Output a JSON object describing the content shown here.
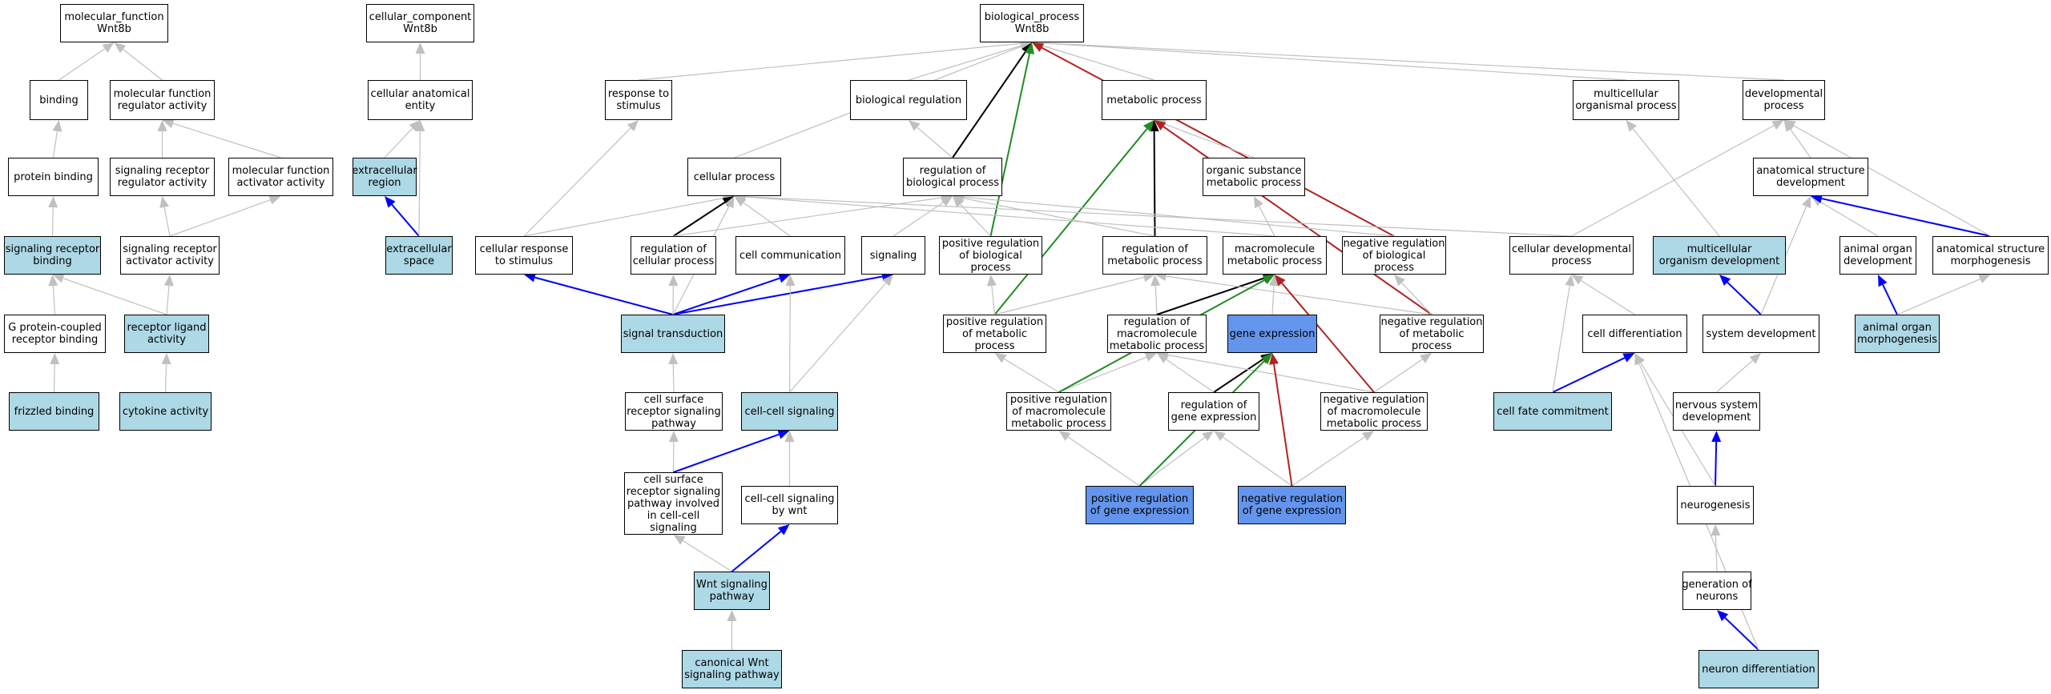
{
  "colors": {
    "gray": "#c0c0c0",
    "black": "#000000",
    "blue": "#0000ff",
    "green": "#228b22",
    "red": "#b22222",
    "light_fill": "#add8e6",
    "blue_fill": "#6495ed"
  },
  "nodes": [
    {
      "id": "mf",
      "lines": [
        "molecular_function",
        "Wnt8b"
      ],
      "fill": "white"
    },
    {
      "id": "binding",
      "lines": [
        "binding"
      ],
      "fill": "white"
    },
    {
      "id": "mfra",
      "lines": [
        "molecular function",
        "regulator activity"
      ],
      "fill": "white"
    },
    {
      "id": "pb",
      "lines": [
        "protein binding"
      ],
      "fill": "white"
    },
    {
      "id": "srra",
      "lines": [
        "signaling receptor",
        "regulator activity"
      ],
      "fill": "white"
    },
    {
      "id": "mfaa",
      "lines": [
        "molecular function",
        "activator activity"
      ],
      "fill": "white"
    },
    {
      "id": "srb",
      "lines": [
        "signaling receptor",
        "binding"
      ],
      "fill": "light"
    },
    {
      "id": "sraa",
      "lines": [
        "signaling receptor",
        "activator activity"
      ],
      "fill": "white"
    },
    {
      "id": "gpcr",
      "lines": [
        "G protein-coupled",
        "receptor binding"
      ],
      "fill": "white"
    },
    {
      "id": "rla",
      "lines": [
        "receptor ligand",
        "activity"
      ],
      "fill": "light"
    },
    {
      "id": "fb",
      "lines": [
        "frizzled binding"
      ],
      "fill": "light"
    },
    {
      "id": "ca",
      "lines": [
        "cytokine activity"
      ],
      "fill": "light"
    },
    {
      "id": "cc",
      "lines": [
        "cellular_component",
        "Wnt8b"
      ],
      "fill": "white"
    },
    {
      "id": "cae",
      "lines": [
        "cellular anatomical",
        "entity"
      ],
      "fill": "white"
    },
    {
      "id": "er",
      "lines": [
        "extracellular",
        "region"
      ],
      "fill": "light"
    },
    {
      "id": "es",
      "lines": [
        "extracellular",
        "space"
      ],
      "fill": "light"
    },
    {
      "id": "bp",
      "lines": [
        "biological_process",
        "Wnt8b"
      ],
      "fill": "white"
    },
    {
      "id": "rts",
      "lines": [
        "response to",
        "stimulus"
      ],
      "fill": "white"
    },
    {
      "id": "br",
      "lines": [
        "biological regulation"
      ],
      "fill": "white"
    },
    {
      "id": "mp",
      "lines": [
        "metabolic process"
      ],
      "fill": "white"
    },
    {
      "id": "mop",
      "lines": [
        "multicellular",
        "organismal process"
      ],
      "fill": "white"
    },
    {
      "id": "dp",
      "lines": [
        "developmental",
        "process"
      ],
      "fill": "white"
    },
    {
      "id": "cp",
      "lines": [
        "cellular process"
      ],
      "fill": "white"
    },
    {
      "id": "rbp",
      "lines": [
        "regulation of",
        "biological process"
      ],
      "fill": "white"
    },
    {
      "id": "osmp",
      "lines": [
        "organic substance",
        "metabolic process"
      ],
      "fill": "white"
    },
    {
      "id": "asd",
      "lines": [
        "anatomical structure",
        "development"
      ],
      "fill": "white"
    },
    {
      "id": "crs",
      "lines": [
        "cellular response",
        "to stimulus"
      ],
      "fill": "white"
    },
    {
      "id": "rcp",
      "lines": [
        "regulation of",
        "cellular process"
      ],
      "fill": "white"
    },
    {
      "id": "ccom",
      "lines": [
        "cell communication"
      ],
      "fill": "white"
    },
    {
      "id": "sig",
      "lines": [
        "signaling"
      ],
      "fill": "white"
    },
    {
      "id": "prbp",
      "lines": [
        "positive regulation",
        "of biological",
        "process"
      ],
      "fill": "white"
    },
    {
      "id": "rmp",
      "lines": [
        "regulation of",
        "metabolic process"
      ],
      "fill": "white"
    },
    {
      "id": "mmp",
      "lines": [
        "macromolecule",
        "metabolic process"
      ],
      "fill": "white"
    },
    {
      "id": "nrbp",
      "lines": [
        "negative regulation",
        "of biological",
        "process"
      ],
      "fill": "white"
    },
    {
      "id": "cdp",
      "lines": [
        "cellular developmental",
        "process"
      ],
      "fill": "white"
    },
    {
      "id": "mod",
      "lines": [
        "multicellular",
        "organism development"
      ],
      "fill": "light"
    },
    {
      "id": "aod",
      "lines": [
        "animal organ",
        "development"
      ],
      "fill": "white"
    },
    {
      "id": "asm",
      "lines": [
        "anatomical structure",
        "morphogenesis"
      ],
      "fill": "white"
    },
    {
      "id": "st",
      "lines": [
        "signal transduction"
      ],
      "fill": "light"
    },
    {
      "id": "prmp",
      "lines": [
        "positive regulation",
        "of metabolic",
        "process"
      ],
      "fill": "white"
    },
    {
      "id": "rmmp",
      "lines": [
        "regulation of",
        "macromolecule",
        "metabolic process"
      ],
      "fill": "white"
    },
    {
      "id": "ge",
      "lines": [
        "gene expression"
      ],
      "fill": "blue"
    },
    {
      "id": "nrmp",
      "lines": [
        "negative regulation",
        "of metabolic",
        "process"
      ],
      "fill": "white"
    },
    {
      "id": "cdiff",
      "lines": [
        "cell differentiation"
      ],
      "fill": "white"
    },
    {
      "id": "sd",
      "lines": [
        "system development"
      ],
      "fill": "white"
    },
    {
      "id": "aom",
      "lines": [
        "animal organ",
        "morphogenesis"
      ],
      "fill": "light"
    },
    {
      "id": "csrsp",
      "lines": [
        "cell surface",
        "receptor signaling",
        "pathway"
      ],
      "fill": "white"
    },
    {
      "id": "ccs",
      "lines": [
        "cell-cell signaling"
      ],
      "fill": "light"
    },
    {
      "id": "prmmp",
      "lines": [
        "positive regulation",
        "of macromolecule",
        "metabolic process"
      ],
      "fill": "white"
    },
    {
      "id": "rge",
      "lines": [
        "regulation of",
        "gene expression"
      ],
      "fill": "white"
    },
    {
      "id": "nrmmp",
      "lines": [
        "negative regulation",
        "of macromolecule",
        "metabolic process"
      ],
      "fill": "white"
    },
    {
      "id": "cfc",
      "lines": [
        "cell fate commitment"
      ],
      "fill": "light"
    },
    {
      "id": "nsd",
      "lines": [
        "nervous system",
        "development"
      ],
      "fill": "white"
    },
    {
      "id": "csrsp2",
      "lines": [
        "cell surface",
        "receptor signaling",
        "pathway involved",
        "in cell-cell",
        "signaling"
      ],
      "fill": "white"
    },
    {
      "id": "ccsw",
      "lines": [
        "cell-cell signaling",
        "by wnt"
      ],
      "fill": "white"
    },
    {
      "id": "prge",
      "lines": [
        "positive regulation",
        "of gene expression"
      ],
      "fill": "blue"
    },
    {
      "id": "nrge",
      "lines": [
        "negative regulation",
        "of gene expression"
      ],
      "fill": "blue"
    },
    {
      "id": "neurog",
      "lines": [
        "neurogenesis"
      ],
      "fill": "white"
    },
    {
      "id": "wsp",
      "lines": [
        "Wnt signaling",
        "pathway"
      ],
      "fill": "light"
    },
    {
      "id": "gon",
      "lines": [
        "generation of",
        "neurons"
      ],
      "fill": "white"
    },
    {
      "id": "cwsp",
      "lines": [
        "canonical Wnt",
        "signaling pathway"
      ],
      "fill": "light"
    },
    {
      "id": "nd",
      "lines": [
        "neuron differentiation"
      ],
      "fill": "light"
    }
  ],
  "edges": [
    [
      "binding",
      "mf",
      "gray"
    ],
    [
      "mfra",
      "mf",
      "gray"
    ],
    [
      "pb",
      "binding",
      "gray"
    ],
    [
      "srb",
      "pb",
      "gray"
    ],
    [
      "srra",
      "mfra",
      "gray"
    ],
    [
      "mfaa",
      "mfra",
      "gray"
    ],
    [
      "sraa",
      "srra",
      "gray"
    ],
    [
      "sraa",
      "mfaa",
      "gray"
    ],
    [
      "gpcr",
      "srb",
      "gray"
    ],
    [
      "rla",
      "srb",
      "gray"
    ],
    [
      "rla",
      "sraa",
      "gray"
    ],
    [
      "fb",
      "gpcr",
      "gray"
    ],
    [
      "ca",
      "rla",
      "gray"
    ],
    [
      "cae",
      "cc",
      "gray"
    ],
    [
      "er",
      "cae",
      "gray"
    ],
    [
      "es",
      "er",
      "blue"
    ],
    [
      "es",
      "cae",
      "gray"
    ],
    [
      "rts",
      "bp",
      "gray"
    ],
    [
      "br",
      "bp",
      "gray"
    ],
    [
      "mp",
      "bp",
      "gray"
    ],
    [
      "mop",
      "bp",
      "gray"
    ],
    [
      "dp",
      "bp",
      "gray"
    ],
    [
      "cp",
      "bp",
      "gray"
    ],
    [
      "rbp",
      "bp",
      "black"
    ],
    [
      "prbp",
      "bp",
      "green"
    ],
    [
      "nrbp",
      "bp",
      "red"
    ],
    [
      "rbp",
      "br",
      "gray"
    ],
    [
      "osmp",
      "mp",
      "gray"
    ],
    [
      "rmp",
      "mp",
      "black"
    ],
    [
      "prmp",
      "mp",
      "green"
    ],
    [
      "nrmp",
      "mp",
      "red"
    ],
    [
      "crs",
      "rts",
      "gray"
    ],
    [
      "crs",
      "cp",
      "gray"
    ],
    [
      "rcp",
      "cp",
      "black"
    ],
    [
      "rcp",
      "rbp",
      "gray"
    ],
    [
      "ccom",
      "cp",
      "gray"
    ],
    [
      "sig",
      "rbp",
      "gray"
    ],
    [
      "prbp",
      "rbp",
      "gray"
    ],
    [
      "rmp",
      "rbp",
      "gray"
    ],
    [
      "nrbp",
      "rbp",
      "gray"
    ],
    [
      "mmp",
      "osmp",
      "gray"
    ],
    [
      "mmp",
      "cp",
      "gray"
    ],
    [
      "cdp",
      "cp",
      "gray"
    ],
    [
      "st",
      "crs",
      "blue"
    ],
    [
      "st",
      "rcp",
      "gray"
    ],
    [
      "st",
      "ccom",
      "blue"
    ],
    [
      "st",
      "sig",
      "blue"
    ],
    [
      "st",
      "cp",
      "gray"
    ],
    [
      "prmp",
      "prbp",
      "gray"
    ],
    [
      "prmp",
      "rmp",
      "gray"
    ],
    [
      "rmmp",
      "rmp",
      "gray"
    ],
    [
      "rmmp",
      "mmp",
      "black"
    ],
    [
      "ge",
      "mmp",
      "gray"
    ],
    [
      "nrmp",
      "rmp",
      "gray"
    ],
    [
      "nrmp",
      "nrbp",
      "gray"
    ],
    [
      "asd",
      "dp",
      "gray"
    ],
    [
      "mod",
      "mop",
      "gray"
    ],
    [
      "cdp",
      "dp",
      "gray"
    ],
    [
      "aod",
      "asd",
      "gray"
    ],
    [
      "asm",
      "asd",
      "blue"
    ],
    [
      "asm",
      "dp",
      "gray"
    ],
    [
      "cdiff",
      "cdp",
      "gray"
    ],
    [
      "sd",
      "mod",
      "blue"
    ],
    [
      "sd",
      "asd",
      "gray"
    ],
    [
      "aom",
      "aod",
      "blue"
    ],
    [
      "aom",
      "asm",
      "gray"
    ],
    [
      "csrsp",
      "st",
      "gray"
    ],
    [
      "ccs",
      "ccom",
      "gray"
    ],
    [
      "ccs",
      "sig",
      "gray"
    ],
    [
      "prmmp",
      "prmp",
      "gray"
    ],
    [
      "prmmp",
      "rmmp",
      "gray"
    ],
    [
      "prmmp",
      "mmp",
      "green"
    ],
    [
      "rge",
      "ge",
      "black"
    ],
    [
      "rge",
      "rmmp",
      "gray"
    ],
    [
      "nrmmp",
      "nrmp",
      "gray"
    ],
    [
      "nrmmp",
      "rmmp",
      "gray"
    ],
    [
      "nrmmp",
      "mmp",
      "red"
    ],
    [
      "cfc",
      "cdiff",
      "blue"
    ],
    [
      "cfc",
      "cdp",
      "gray"
    ],
    [
      "nsd",
      "sd",
      "gray"
    ],
    [
      "csrsp2",
      "csrsp",
      "gray"
    ],
    [
      "csrsp2",
      "ccs",
      "blue"
    ],
    [
      "ccsw",
      "ccs",
      "gray"
    ],
    [
      "prge",
      "prmmp",
      "gray"
    ],
    [
      "prge",
      "rge",
      "gray"
    ],
    [
      "prge",
      "ge",
      "green"
    ],
    [
      "nrge",
      "nrmmp",
      "gray"
    ],
    [
      "nrge",
      "rge",
      "gray"
    ],
    [
      "nrge",
      "ge",
      "red"
    ],
    [
      "neurog",
      "nsd",
      "blue"
    ],
    [
      "neurog",
      "cdiff",
      "gray"
    ],
    [
      "wsp",
      "csrsp2",
      "gray"
    ],
    [
      "wsp",
      "ccsw",
      "blue"
    ],
    [
      "gon",
      "neurog",
      "gray"
    ],
    [
      "cwsp",
      "wsp",
      "gray"
    ],
    [
      "nd",
      "gon",
      "blue"
    ],
    [
      "nd",
      "cdiff",
      "gray"
    ]
  ]
}
